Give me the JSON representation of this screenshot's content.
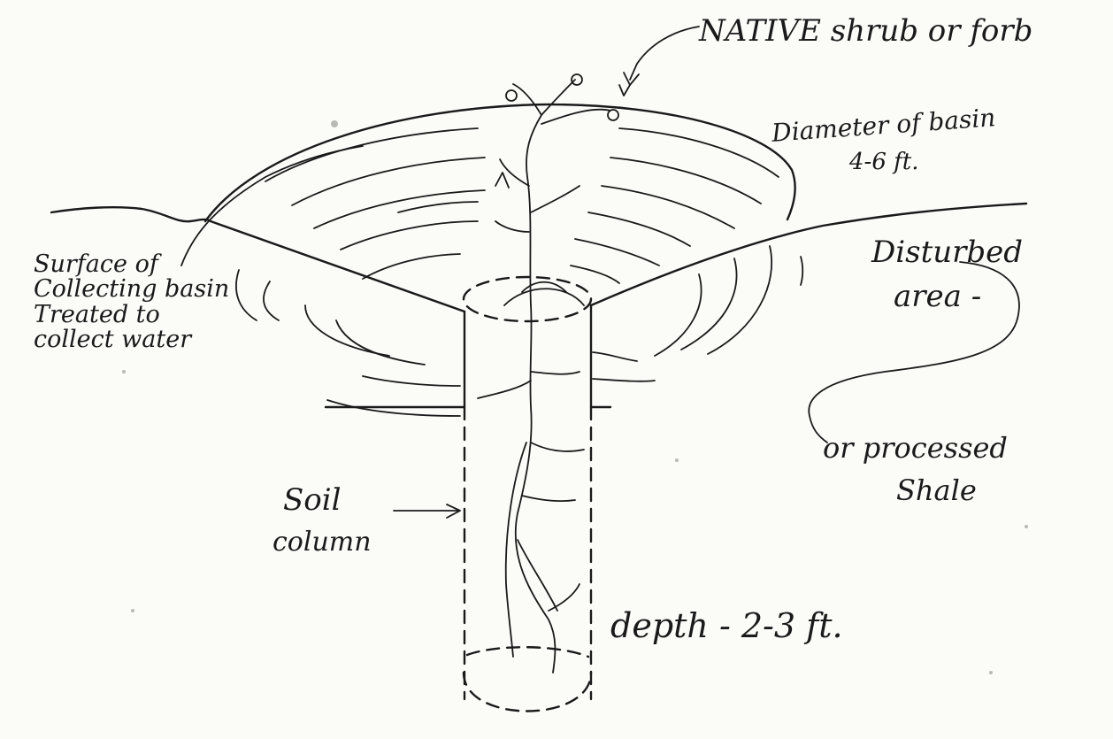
{
  "labels": {
    "native": "NATIVE shrub or forb",
    "diameter_line1": "Diameter of basin",
    "diameter_line2": "4-6 ft.",
    "surface_line1": "Surface of",
    "surface_line2": "Collecting basin",
    "surface_line3": "Treated to",
    "surface_line4": "collect water",
    "disturbed_line1": "Disturbed",
    "disturbed_line2": "area -",
    "processed_line1": "or processed",
    "processed_line2": "Shale",
    "soil_line1": "Soil",
    "soil_line2": "column",
    "depth": "depth - 2-3 ft."
  },
  "colors": {
    "ink": "#1a1a1a",
    "paper": "#fbfbf8"
  }
}
